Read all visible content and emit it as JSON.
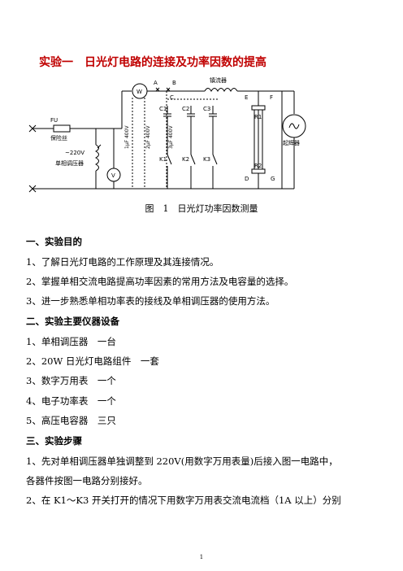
{
  "title": {
    "part1": "实验一",
    "part2": "日光灯电路的连接及功率因数的提高"
  },
  "figure": {
    "labels": {
      "fu": "FU",
      "fuse": "保险丝",
      "ac": "~220V",
      "regulator": "单相调压器",
      "w": "W",
      "v": "V",
      "a": "A",
      "b": "B",
      "c": "C",
      "ballast": "镇流器",
      "c1": "C1",
      "c2": "C2",
      "c3": "C3",
      "k1": "K1",
      "k2": "K2",
      "k3": "K3",
      "cap1": "1μF 400V",
      "cap2": "2μF 400V",
      "cap3": "3μF 400V",
      "e": "E",
      "f": "F",
      "r1": "R1",
      "r2": "R2",
      "d": "D",
      "g": "G",
      "starter": "起辉器"
    },
    "caption": "图　1　日光灯功率因数测量"
  },
  "sections": [
    {
      "heading": "一、实验目的",
      "items": [
        "1、了解日光灯电路的工作原理及其连接情况。",
        "2、掌握单相交流电路提高功率因素的常用方法及电容量的选择。",
        "3、进一步熟悉单相功率表的接线及单相调压器的使用方法。"
      ]
    },
    {
      "heading": "二、实验主要仪器设备",
      "items": [
        "1、单相调压器　一台",
        "2、20W 日光灯电路组件　一套",
        "3、数字万用表　一个",
        "4、电子功率表　一个",
        "5、高压电容器　三只"
      ]
    },
    {
      "heading": "三、实验步骤",
      "items": [
        "1、先对单相调压器单独调整到 220V(用数字万用表量)后接入图一电路中，",
        "各器件按图一电路分别接好。",
        "2、在 K1～K3 开关打开的情况下用数字万用表交流电流档（1A 以上）分别"
      ]
    }
  ],
  "page_number": "1"
}
